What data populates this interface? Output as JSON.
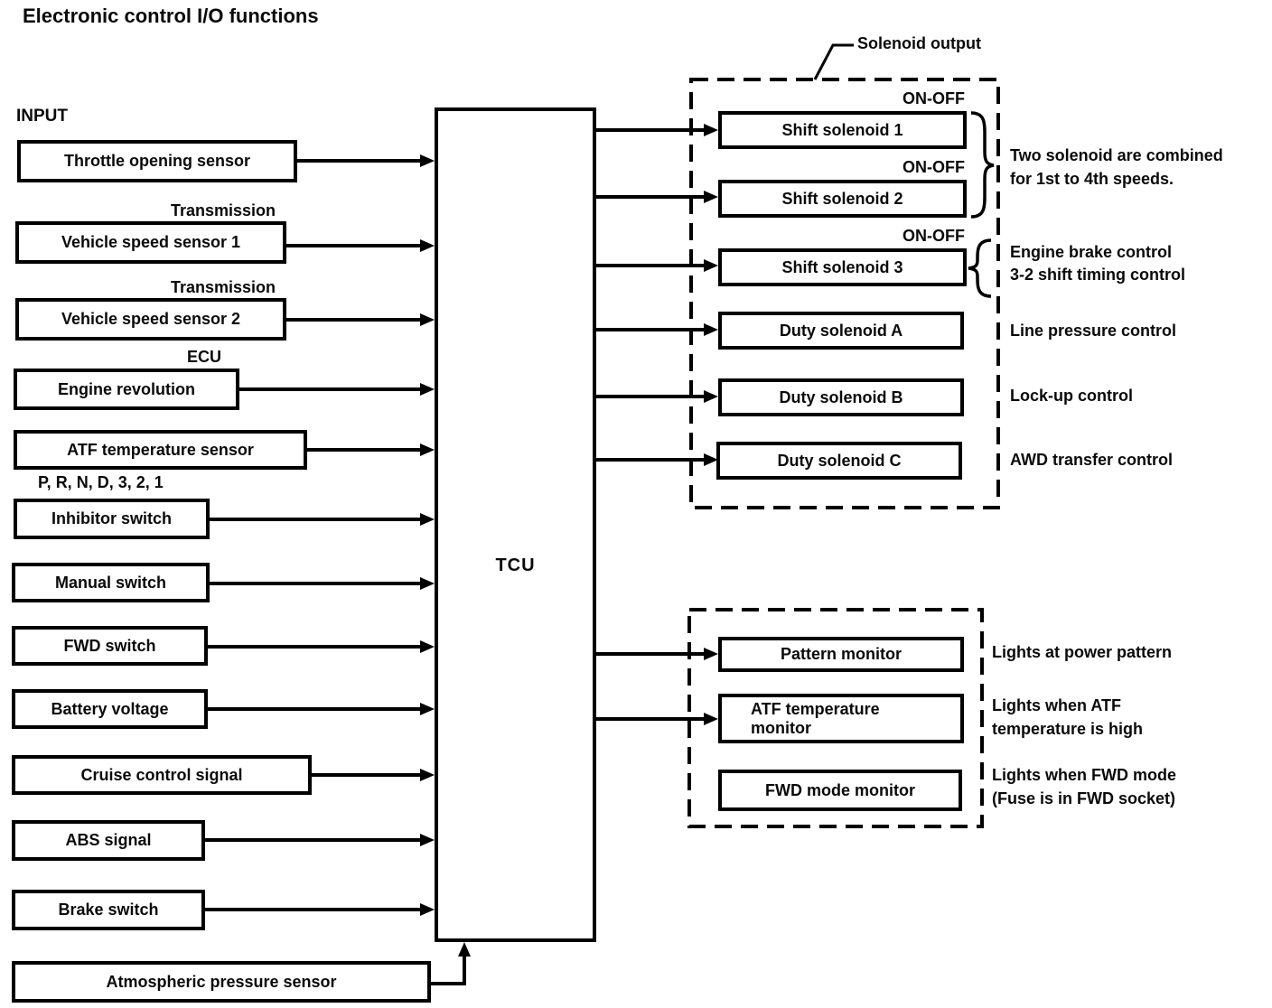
{
  "title": "Electronic control I/O functions",
  "inputs": {
    "heading": "INPUT",
    "labels": [
      "Throttle opening sensor",
      "Vehicle speed sensor 1",
      "Vehicle speed sensor 2",
      "Engine revolution",
      "ATF temperature sensor",
      "Inhibitor switch",
      "Manual switch",
      "FWD switch",
      "Battery voltage",
      "Cruise control signal",
      "ABS signal",
      "Brake switch",
      "Atmospheric pressure sensor"
    ],
    "sources": {
      "vss1": "Transmission",
      "vss2": "Transmission",
      "engine": "ECU",
      "inhibitor": "P, R, N, D, 3, 2, 1"
    }
  },
  "tcu": {
    "label": "TCU"
  },
  "solenoid_output": {
    "heading": "Solenoid output",
    "on_off": "ON-OFF",
    "boxes": [
      "Shift solenoid 1",
      "Shift solenoid 2",
      "Shift solenoid 3",
      "Duty solenoid A",
      "Duty solenoid B",
      "Duty solenoid C"
    ],
    "notes": {
      "combined_1": "Two solenoid are combined",
      "combined_2": "for 1st to 4th speeds.",
      "engine_brake_1": "Engine brake control",
      "engine_brake_2": "3-2 shift timing control",
      "duty_a": "Line pressure control",
      "duty_b": "Lock-up control",
      "duty_c": "AWD transfer control"
    }
  },
  "monitor_output": {
    "boxes": {
      "pattern": "Pattern monitor",
      "atf_line1": "ATF temperature",
      "atf_line2": "monitor",
      "fwd": "FWD mode monitor"
    },
    "notes": {
      "pattern": "Lights at power pattern",
      "atf_1": "Lights when ATF",
      "atf_2": "temperature is high",
      "fwd_1": "Lights when FWD mode",
      "fwd_2": "(Fuse is in FWD socket)"
    }
  }
}
